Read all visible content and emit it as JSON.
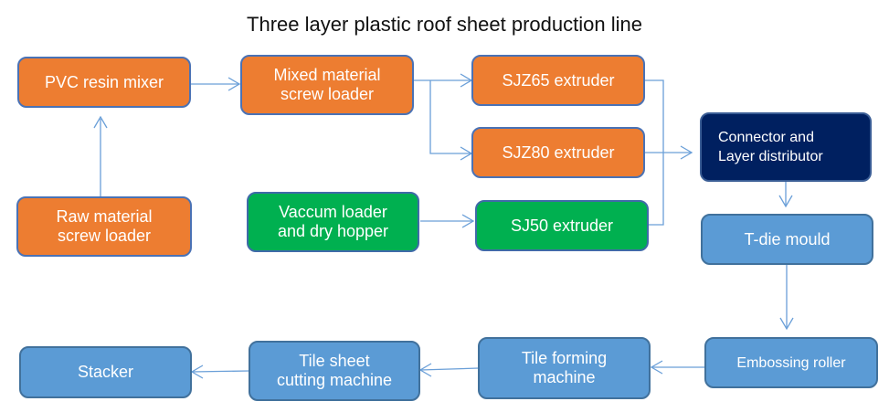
{
  "title": "Three layer plastic roof sheet production line",
  "colors": {
    "raw_stage": "#ed7d31",
    "vacuum_stage": "#00b050",
    "distributor": "#002060",
    "downstream": "#5b9bd5",
    "connector_line": "#6a9fd8"
  },
  "nodes": {
    "pvc_mixer": "PVC resin mixer",
    "mixed_loader_1": "Mixed material",
    "mixed_loader_2": "screw loader",
    "sjz65": "SJZ65 extruder",
    "sjz80": "SJZ80 extruder",
    "raw_loader_1": "Raw material",
    "raw_loader_2": "screw loader",
    "vacuum_1": "Vaccum loader",
    "vacuum_2": "and dry hopper",
    "sj50": "SJ50 extruder",
    "distributor_1": "Connector and",
    "distributor_2": "Layer distributor",
    "tdie": "T-die mould",
    "embossing": "Embossing roller",
    "forming_1": "Tile forming",
    "forming_2": "machine",
    "cutting_1": "Tile sheet",
    "cutting_2": "cutting machine",
    "stacker": "Stacker"
  },
  "edges": [
    [
      "Raw material screw loader",
      "PVC resin mixer"
    ],
    [
      "PVC resin mixer",
      "Mixed material screw loader"
    ],
    [
      "Mixed material screw loader",
      "SJZ65 extruder"
    ],
    [
      "Mixed material screw loader",
      "SJZ80 extruder"
    ],
    [
      "Vaccum loader and dry hopper",
      "SJ50 extruder"
    ],
    [
      "SJZ65 extruder",
      "Connector and Layer distributor"
    ],
    [
      "SJZ80 extruder",
      "Connector and Layer distributor"
    ],
    [
      "SJ50 extruder",
      "Connector and Layer distributor"
    ],
    [
      "Connector and Layer distributor",
      "T-die mould"
    ],
    [
      "T-die mould",
      "Embossing roller"
    ],
    [
      "Embossing roller",
      "Tile forming machine"
    ],
    [
      "Tile forming machine",
      "Tile sheet cutting machine"
    ],
    [
      "Tile sheet cutting machine",
      "Stacker"
    ]
  ]
}
